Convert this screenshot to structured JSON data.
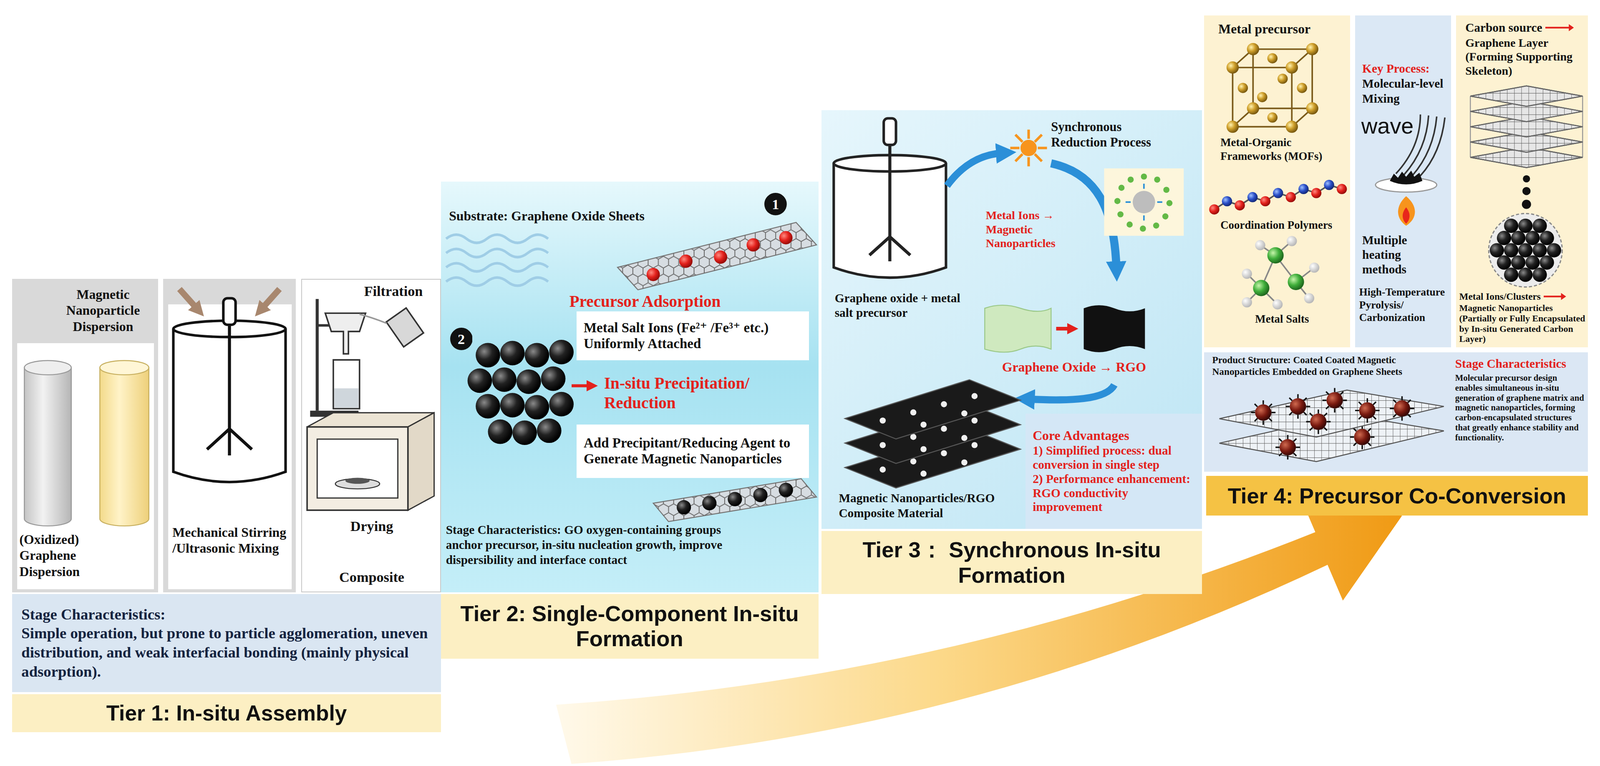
{
  "diagram": {
    "nodes": [
      {
        "text": [
          "Magnetic Nanoparticle Dispersion",
          "(Oxidized) Graphene Dispersion"
        ]
      },
      {
        "text": [
          "Mechanical Stirring /Ultrasonic Mixing"
        ]
      },
      {
        "text": [
          "Filtration",
          "Drying",
          "Composite"
        ]
      },
      {
        "text": [
          "Stage Characteristics:",
          "Simple operation, but prone to particle agglomeration, uneven distribution, and weak interfacial bonding (mainly physical adsorption)."
        ]
      },
      {
        "text": [
          "Tier 1: In-situ Assembly"
        ]
      },
      {
        "text": [
          "Substrate: Graphene Oxide Sheets",
          "Precursor Adsorption",
          "In-situ Precipitation/ Reduction",
          "Stage Characteristics: GO oxygen-containing groups anchor precursor, in-situ nucleation growth, improve dispersibility and interface contact"
        ]
      },
      {
        "text": [
          "1"
        ],
        "in": 5
      },
      {
        "text": [
          "Metal Salt Ions (Fe²⁺ /Fe³⁺ etc.) Uniformly Attached"
        ],
        "in": 5
      },
      {
        "text": [
          "2"
        ],
        "in": 5
      },
      {
        "text": [
          "Add Precipitant/Reducing Agent to Generate Magnetic Nanoparticles"
        ],
        "in": 5
      },
      {
        "text": [
          "Tier 2: Single-Component In-situ Formation"
        ]
      },
      {
        "text": [
          "Graphene oxide + metal salt precursor",
          "Synchronous Reduction Process",
          "Metal Ions → Magnetic Nanoparticles",
          "Graphene Oxide → RGO",
          "Magnetic Nanoparticles/RGO Composite Material"
        ]
      },
      {
        "text": [
          "Core Advantages",
          "1) Simplified process: dual conversion in single step",
          "2) Performance enhancement: RGO conductivity improvement"
        ],
        "in": 11
      },
      {
        "text": [
          "Tier 3： Synchronous In-situ Formation"
        ]
      },
      {
        "text": [
          "Metal precursor",
          "Metal-Organic Frameworks (MOFs)",
          "Coordination Polymers",
          "Metal Salts"
        ]
      },
      {
        "text": [
          "Key Process:",
          "Molecular-level Mixing",
          "wave",
          "Multiple heating methods",
          "High-Temperature Pyrolysis/ Carbonization"
        ]
      },
      {
        "text": [
          "Carbon source",
          "Graphene Layer (Forming Supporting Skeleton)",
          "Metal Ions/Clusters",
          "Magnetic Nanoparticles (Partially or Fully Encapsulated by In-situ Generated Carbon Layer)"
        ]
      },
      {
        "text": [
          "Product Structure: Coated Coated Magnetic Nanoparticles Embedded on Graphene Sheets",
          "Stage Characteristics",
          "Molecular precursor design enables simultaneous in-situ generation of graphene matrix and magnetic nanoparticles, forming carbon-encapsulated structures that greatly enhance stability and functionality."
        ]
      },
      {
        "text": [
          "Tier 4: Precursor Co-Conversion"
        ]
      }
    ]
  }
}
